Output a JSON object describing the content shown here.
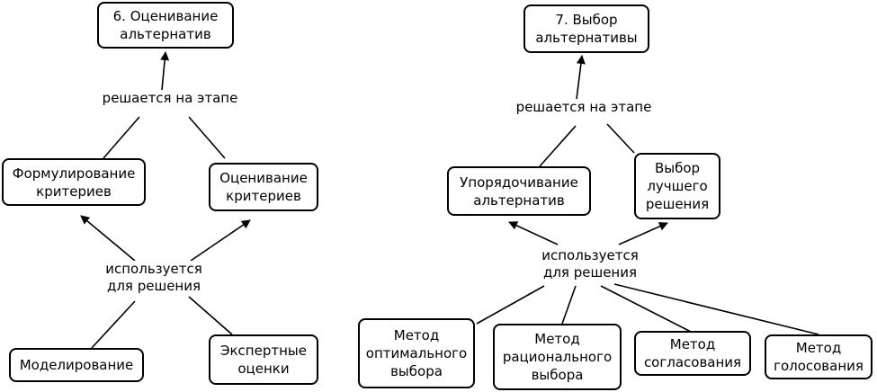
{
  "left": {
    "stage": "6. Оценивание\nальтернатив",
    "stage_link": "решается на этапе",
    "task_a": "Формулирование\nкритериев",
    "task_b": "Оценивание\nкритериев",
    "method_link": "используется\nдля решения",
    "method_a": "Моделирование",
    "method_b": "Экспертные\nоценки"
  },
  "right": {
    "stage": "7. Выбор\nальтернативы",
    "stage_link": "решается на этапе",
    "task_a": "Упорядочивание\nальтернатив",
    "task_b": "Выбор\nлучшего\nрешения",
    "method_link": "используется\nдля решения",
    "method_a": "Метод\nоптимального\nвыбора",
    "method_b": "Метод\nрационального\nвыбора",
    "method_c": "Метод\nсогласования",
    "method_d": "Метод\nголосования"
  }
}
